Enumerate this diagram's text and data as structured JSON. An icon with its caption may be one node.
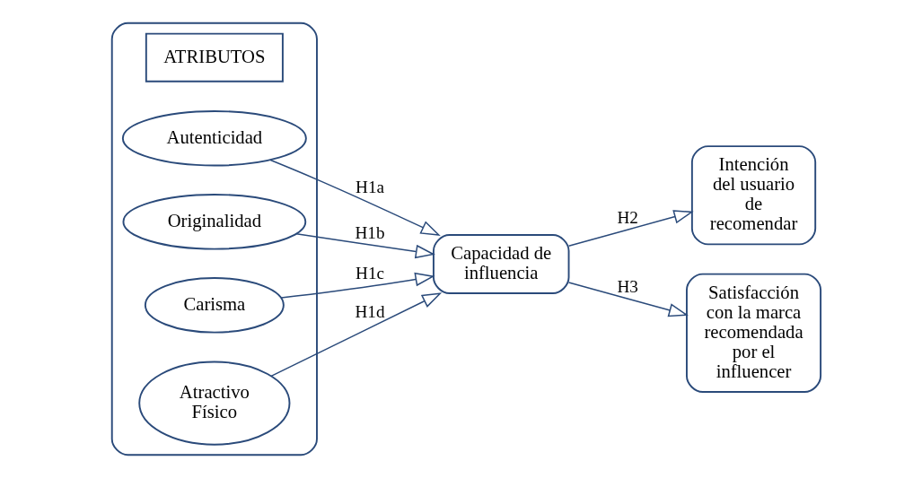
{
  "diagram": {
    "nodes": [
      {
        "text": [],
        "shape": "box"
      },
      {
        "text": [
          "ATRIBUTOS"
        ],
        "in": 0
      },
      {
        "text": [
          "Autenticidad"
        ],
        "in": 0
      },
      {
        "text": [
          "Originalidad"
        ],
        "in": 0
      },
      {
        "text": [
          "Carisma"
        ],
        "in": 0
      },
      {
        "text": [
          "Atractivo Físico"
        ],
        "in": 0
      },
      {
        "text": [
          "Capacidad de influencia"
        ]
      },
      {
        "text": [
          "Intención del usuario de recomendar"
        ]
      },
      {
        "text": [
          "Satisfacción con la marca recomendada por el influencer"
        ]
      }
    ],
    "edges": [
      {
        "from": 2,
        "to": 6,
        "arrow": "to",
        "label": "H1a"
      },
      {
        "from": 3,
        "to": 6,
        "arrow": "to",
        "label": "H1b"
      },
      {
        "from": 4,
        "to": 6,
        "arrow": "to",
        "label": "H1c"
      },
      {
        "from": 5,
        "to": 6,
        "arrow": "to",
        "label": "H1d"
      },
      {
        "from": 6,
        "to": 7,
        "arrow": "to",
        "label": "H2"
      },
      {
        "from": 6,
        "to": 8,
        "arrow": "to",
        "label": "H3"
      }
    ]
  }
}
